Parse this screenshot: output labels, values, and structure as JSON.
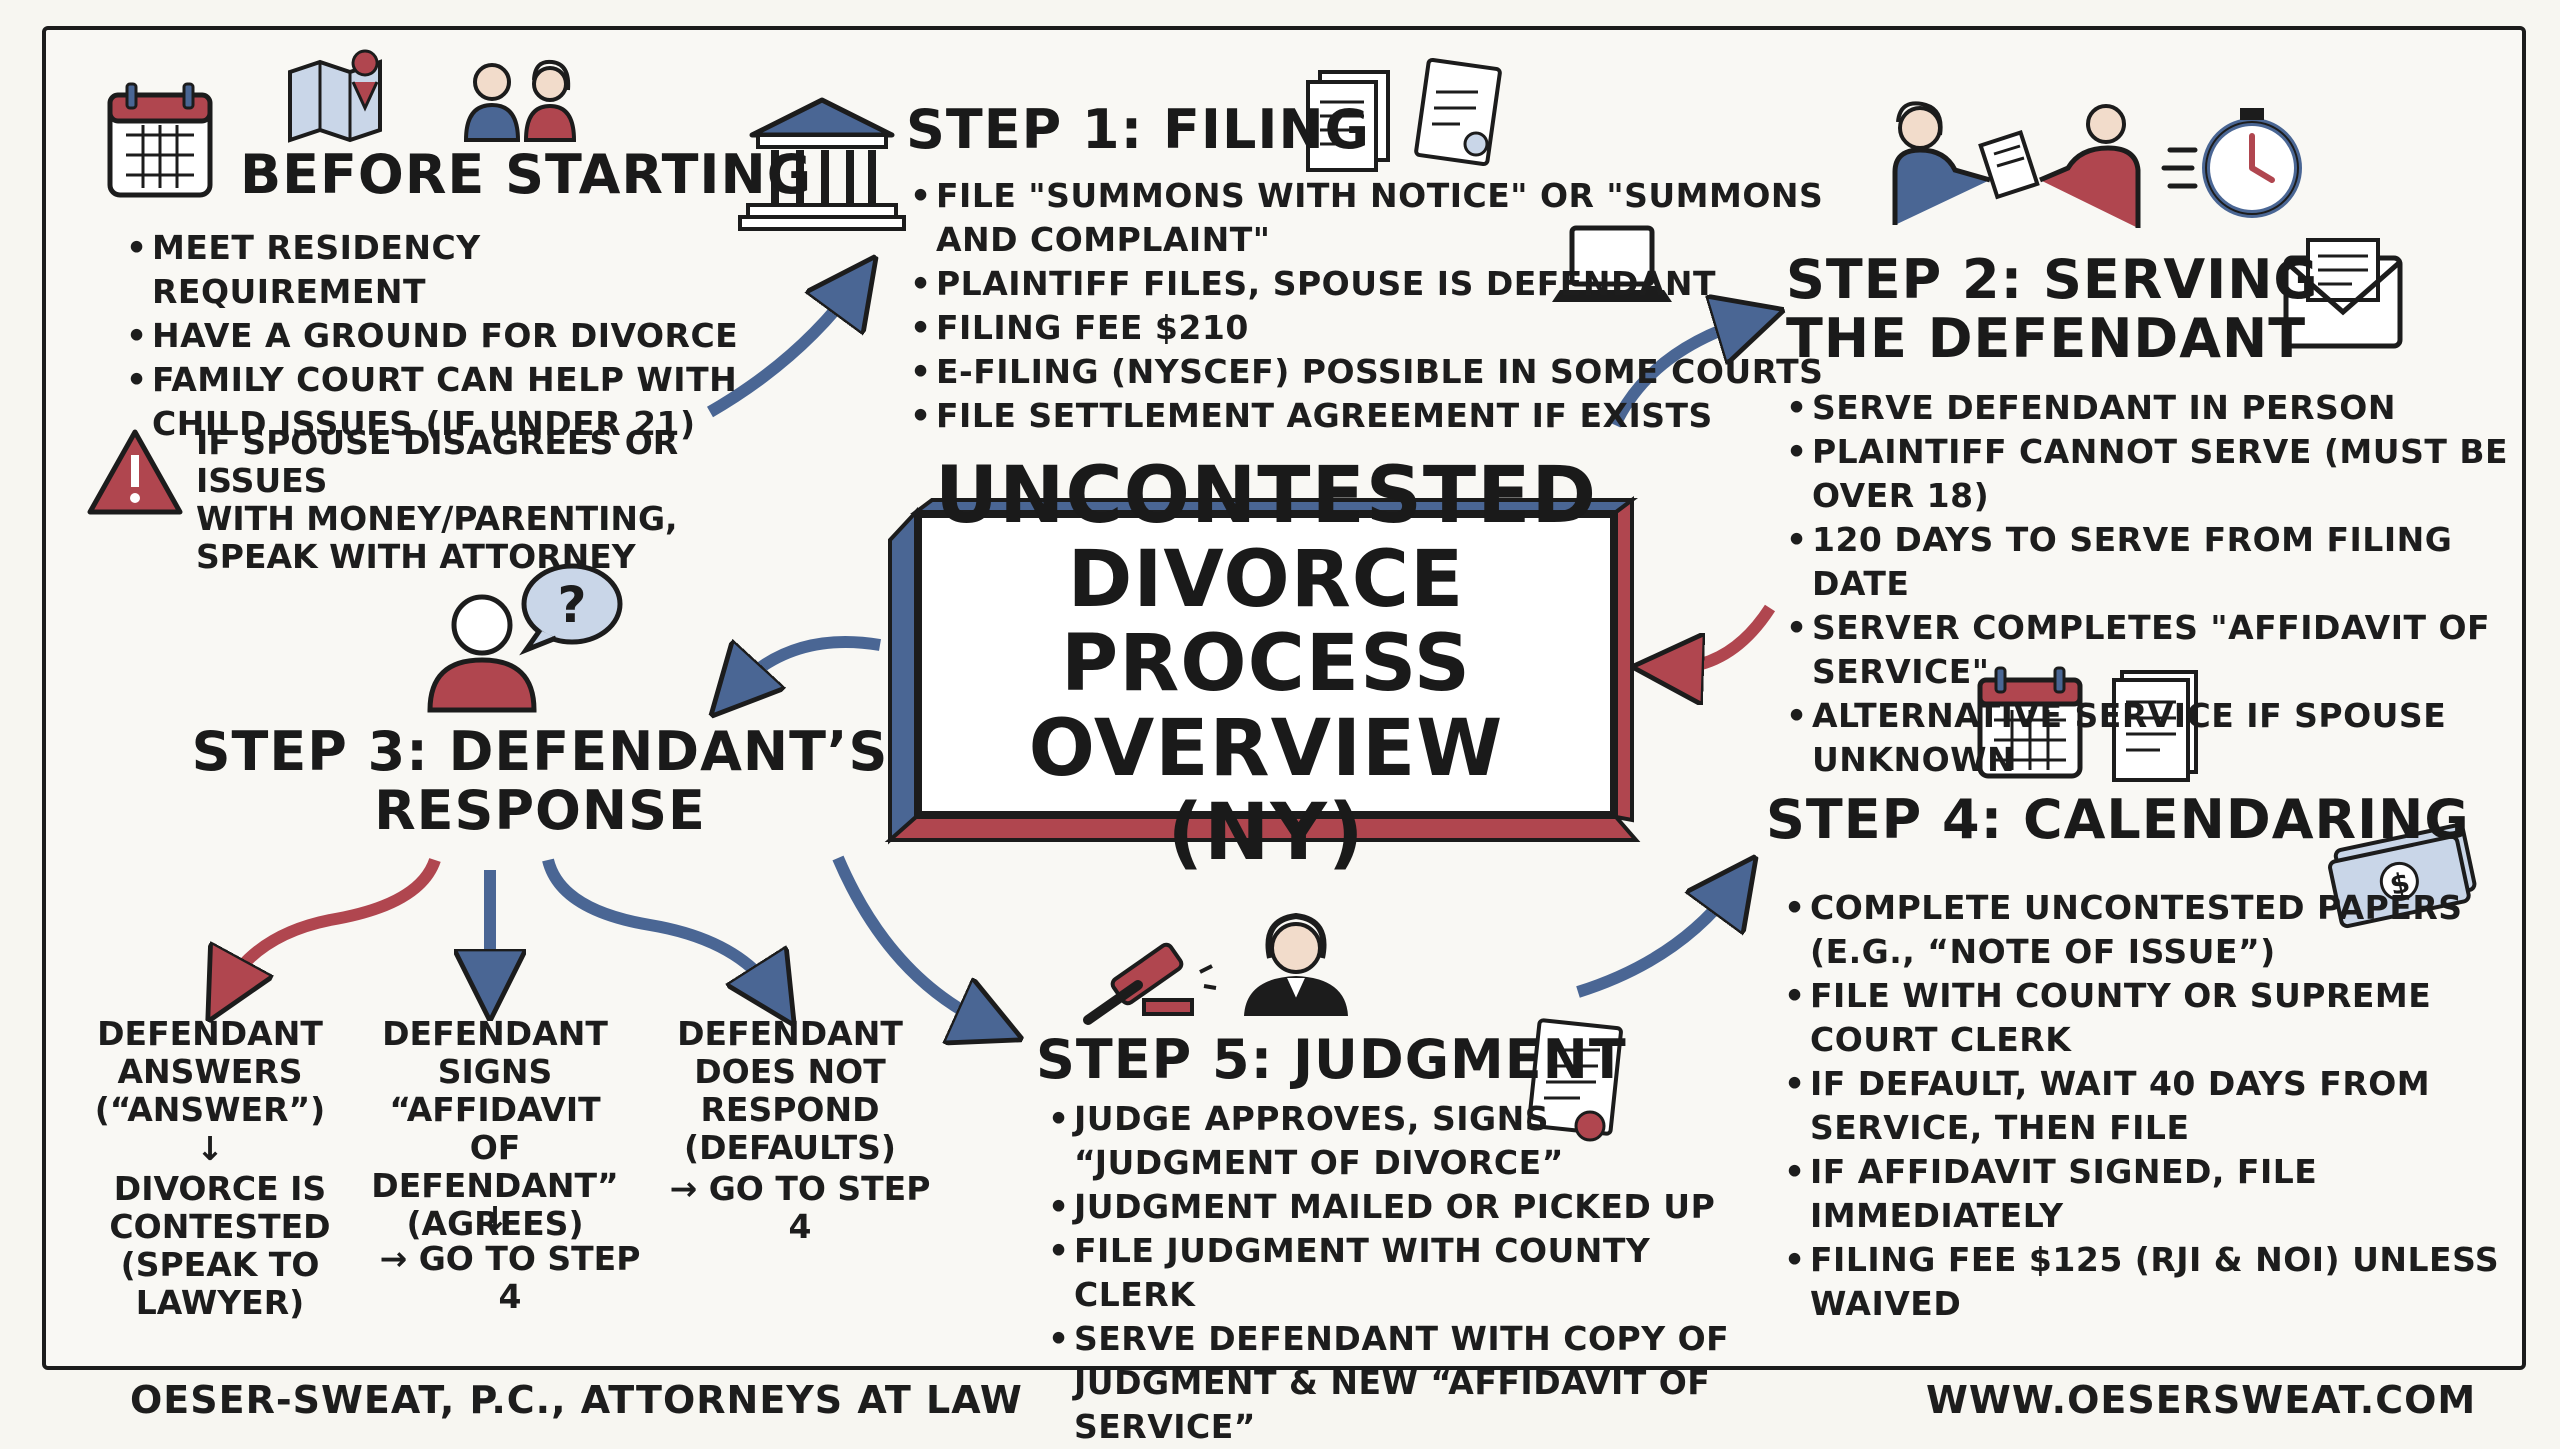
{
  "title": "UNCONTESTED\nDIVORCE PROCESS\nOVERVIEW (NY)",
  "before": {
    "heading": "BEFORE STARTING",
    "bullets": [
      "MEET RESIDENCY REQUIREMENT",
      "HAVE A GROUND FOR DIVORCE",
      "FAMILY COURT CAN HELP WITH CHILD ISSUES (IF UNDER 21)"
    ],
    "warning": "IF SPOUSE DISAGREES OR ISSUES\nWITH MONEY/PARENTING,\nSPEAK WITH ATTORNEY"
  },
  "step1": {
    "heading": "STEP 1: FILING",
    "bullets": [
      "FILE \"SUMMONS WITH NOTICE\" OR \"SUMMONS AND COMPLAINT\"",
      "PLAINTIFF FILES, SPOUSE IS DEFENDANT",
      "FILING FEE $210",
      "E-FILING (NYSCEF) POSSIBLE IN SOME COURTS",
      "FILE SETTLEMENT AGREEMENT IF EXISTS"
    ]
  },
  "step2": {
    "heading": "STEP 2: SERVING\nTHE DEFENDANT",
    "bullets": [
      "SERVE DEFENDANT IN PERSON",
      "PLAINTIFF CANNOT SERVE (MUST BE OVER 18)",
      "120 DAYS TO SERVE FROM FILING DATE",
      "SERVER COMPLETES \"AFFIDAVIT OF SERVICE\"",
      "ALTERNATIVE SERVICE IF SPOUSE UNKNOWN"
    ]
  },
  "step3": {
    "heading": "STEP 3: DEFENDANT’S\nRESPONSE",
    "answers": "DEFENDANT\nANSWERS\n(“ANSWER”)",
    "answers_arrow": "↓",
    "answers_result": "DIVORCE IS\nCONTESTED\n(SPEAK TO LAWYER)",
    "signs": "DEFENDANT\nSIGNS\n“AFFIDAVIT OF\nDEFENDANT”\n(AGREES)",
    "signs_arrow": "↓",
    "signs_result": "→ GO TO STEP 4",
    "defaults": "DEFENDANT\nDOES NOT\nRESPOND\n(DEFAULTS)",
    "defaults_result": "→ GO TO STEP 4"
  },
  "step4": {
    "heading": "STEP 4: CALENDARING",
    "bullets": [
      "COMPLETE UNCONTESTED PAPERS (E.G., “NOTE OF ISSUE”)",
      "FILE WITH COUNTY OR SUPREME COURT CLERK",
      "IF DEFAULT, WAIT 40 DAYS FROM SERVICE, THEN FILE",
      "IF AFFIDAVIT SIGNED, FILE IMMEDIATELY",
      "FILING FEE $125 (RJI & NOI) UNLESS WAIVED"
    ]
  },
  "step5": {
    "heading": "STEP 5: JUDGMENT",
    "bullets": [
      "JUDGE APPROVES, SIGNS “JUDGMENT OF DIVORCE”",
      "JUDGMENT MAILED OR PICKED UP",
      "FILE JUDGMENT WITH COUNTY CLERK",
      "SERVE DEFENDANT WITH COPY OF JUDGMENT & NEW “AFFIDAVIT OF SERVICE”"
    ]
  },
  "footer": {
    "left": "OESER-SWEAT, P.C., ATTORNEYS AT LAW",
    "right": "WWW.OESERSWEAT.COM"
  },
  "colors": {
    "red": "#b0464f",
    "blue": "#4a6694",
    "ink": "#1c1c1c",
    "skin": "#f2dccb"
  },
  "icons": [
    "calendar-icon",
    "map-icon",
    "couple-icon",
    "warning-icon",
    "courthouse-icon",
    "document-icon",
    "certificate-icon",
    "laptop-icon",
    "handoff-icon",
    "stopwatch-icon",
    "envelope-icon",
    "person-question-icon",
    "gavel-icon",
    "judge-icon",
    "certificate-seal-icon",
    "calendar-icon-2",
    "paper-icon",
    "money-icon"
  ]
}
